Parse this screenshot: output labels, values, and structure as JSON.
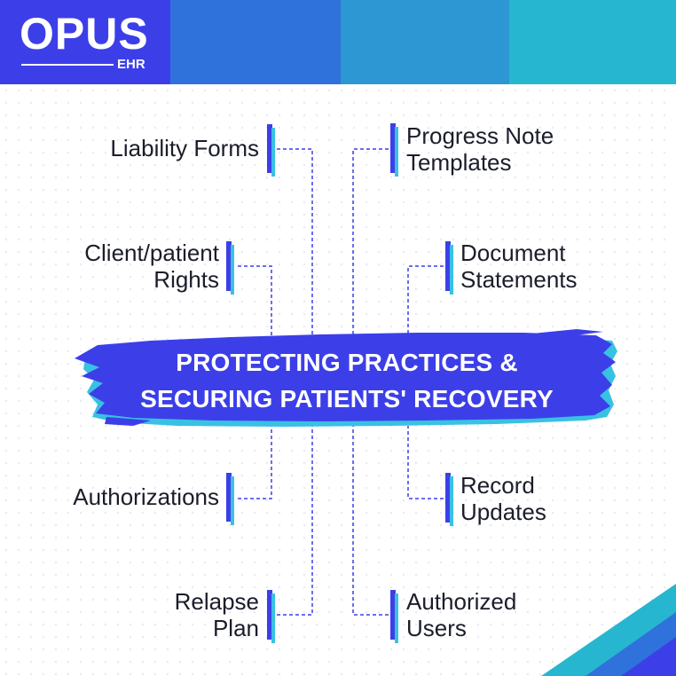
{
  "brand": {
    "logo_word": "OPUS",
    "logo_sub": "EHR",
    "colors": {
      "primary_blue": "#3c3fe8",
      "mid_blue": "#2f72db",
      "sky_blue": "#2c97d3",
      "teal": "#27b6cf",
      "accent_cyan": "#39c1e3"
    }
  },
  "headline": {
    "line1": "PROTECTING PRACTICES &",
    "line2": "SECURING PATIENTS' RECOVERY"
  },
  "items": {
    "liability_forms": {
      "line1": "Liability Forms"
    },
    "client_patient_rights": {
      "line1": "Client/patient",
      "line2": "Rights"
    },
    "authorizations": {
      "line1": "Authorizations"
    },
    "relapse_plan": {
      "line1": "Relapse",
      "line2": "Plan"
    },
    "progress_note_templates": {
      "line1": "Progress Note",
      "line2": "Templates"
    },
    "document_statements": {
      "line1": "Document",
      "line2": "Statements"
    },
    "record_updates": {
      "line1": "Record",
      "line2": "Updates"
    },
    "authorized_users": {
      "line1": "Authorized",
      "line2": "Users"
    }
  }
}
